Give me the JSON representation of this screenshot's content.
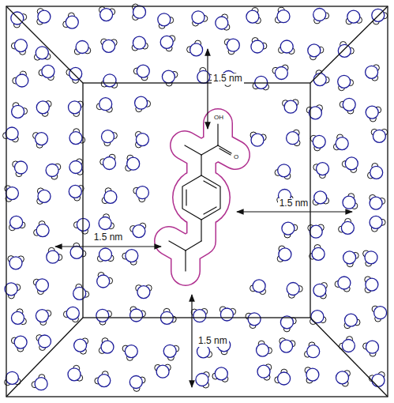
{
  "diagram": {
    "labels": [
      "1.5 nm",
      "1.5 nm",
      "1.5 nm",
      "1.5 nm",
      "OH",
      "O"
    ]
  }
}
